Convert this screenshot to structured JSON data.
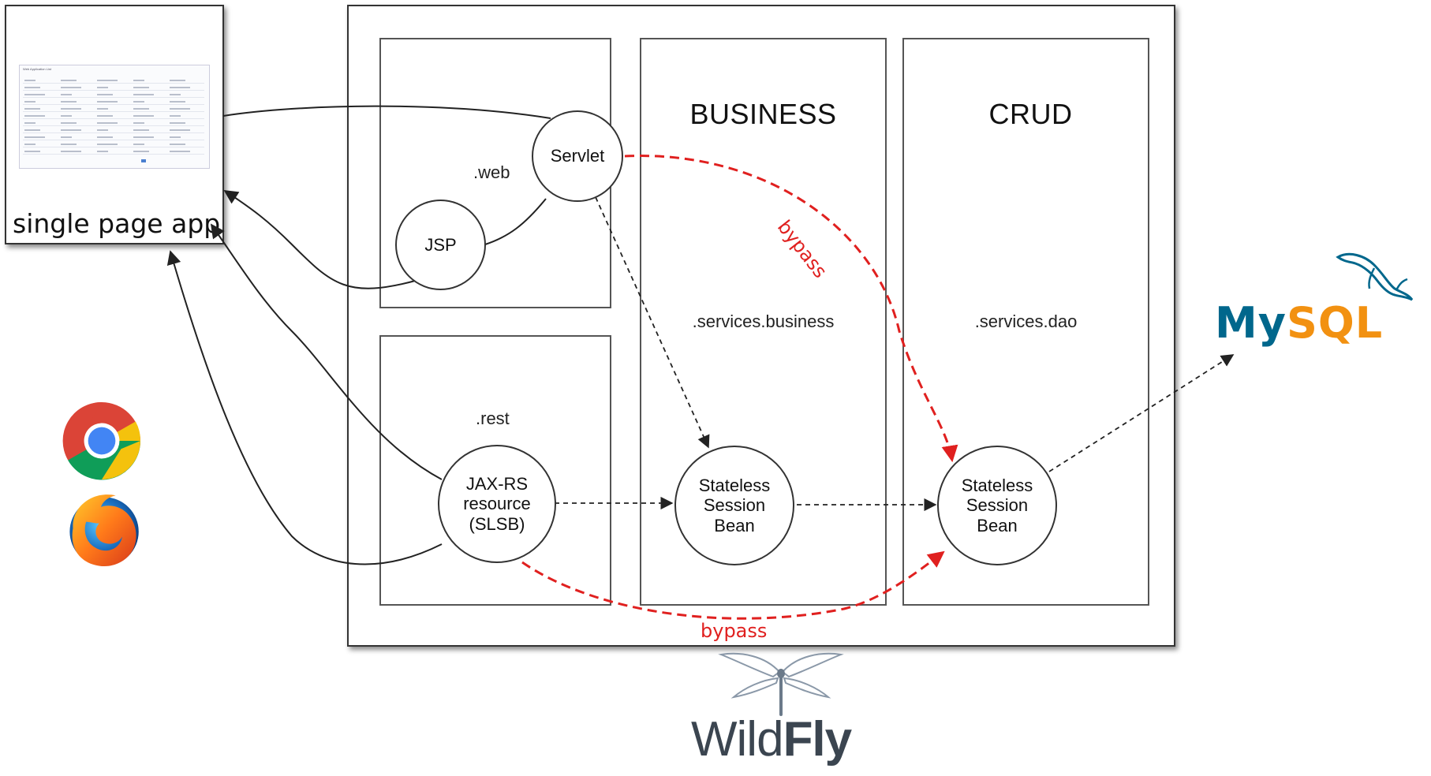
{
  "spa": {
    "label": "single page app",
    "thumbnail_title": "Web Application List",
    "thumbnail_columns": [
      "Name",
      "Status",
      "Platform",
      "Region",
      "Owner"
    ],
    "thumbnail_rows": 11
  },
  "lanes": {
    "web": {
      "package": ".web"
    },
    "rest": {
      "package": ".rest"
    },
    "business": {
      "title": "BUSINESS",
      "package": ".services.business"
    },
    "crud": {
      "title": "CRUD",
      "package": ".services.dao"
    }
  },
  "nodes": {
    "servlet": "Servlet",
    "jsp": "JSP",
    "jaxrs": "JAX-RS\nresource\n(SLSB)",
    "business_bean": "Stateless\nSession\nBean",
    "crud_bean": "Stateless\nSession\nBean"
  },
  "annotations": {
    "bypass_top": "bypass",
    "bypass_bottom": "bypass"
  },
  "logos": {
    "mysql": {
      "part1": "My",
      "part2": "SQL",
      "color1": "#00678c",
      "color2": "#f29111"
    },
    "wildfly": {
      "part1": "Wild",
      "part2": "Fly",
      "color": "#3b4550"
    },
    "chrome": "chrome-icon",
    "firefox": "firefox-icon"
  },
  "colors": {
    "bypass": "#e0201f",
    "line": "#222222"
  }
}
